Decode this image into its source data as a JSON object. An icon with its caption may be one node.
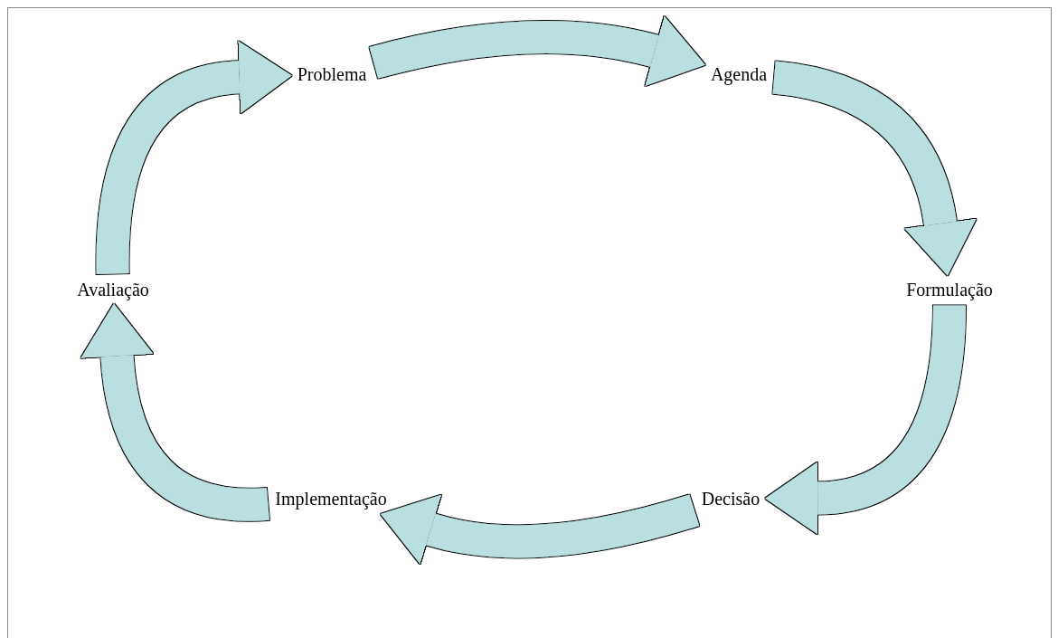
{
  "diagram": {
    "nodes": [
      {
        "text": [
          "Problema"
        ]
      },
      {
        "text": [
          "Agenda"
        ]
      },
      {
        "text": [
          "Formulação"
        ]
      },
      {
        "text": [
          "Decisão"
        ]
      },
      {
        "text": [
          "Implementação"
        ]
      },
      {
        "text": [
          "Avaliação"
        ]
      }
    ],
    "edges": [
      {
        "from": 0,
        "to": 1,
        "arrow": "to"
      },
      {
        "from": 1,
        "to": 2,
        "arrow": "to"
      },
      {
        "from": 2,
        "to": 3,
        "arrow": "to"
      },
      {
        "from": 3,
        "to": 4,
        "arrow": "to"
      },
      {
        "from": 4,
        "to": 5,
        "arrow": "to"
      },
      {
        "from": 5,
        "to": 0,
        "arrow": "to"
      }
    ]
  }
}
